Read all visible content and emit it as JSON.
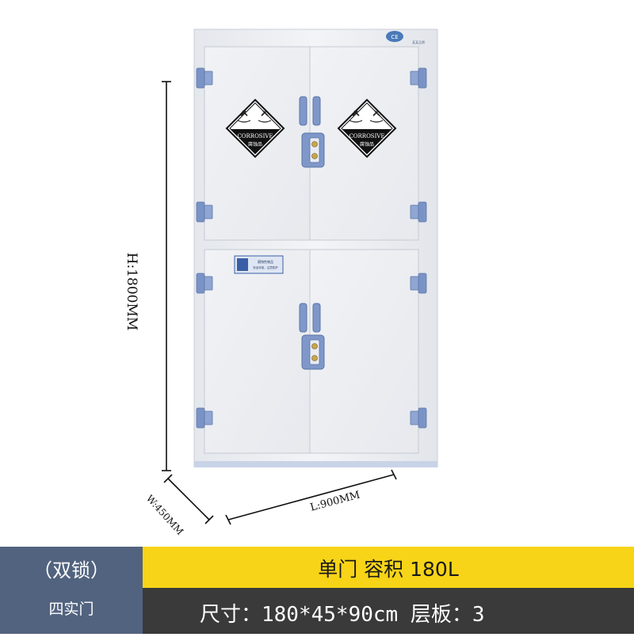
{
  "cabinet": {
    "badge_text": "CE",
    "brand_text": "某某品牌",
    "hazard_left": {
      "label_en": "CORROSIVE",
      "label_cn": "腐蚀品"
    },
    "hazard_right": {
      "label_en": "CORROSIVE",
      "label_cn": "腐蚀品"
    },
    "info_plate_lines": [
      "腐蚀性物品",
      "安全存放，注意防护"
    ]
  },
  "dimensions": {
    "height_label": "H:1800MM",
    "width_label": "W:450MM",
    "length_label": "L:900MM"
  },
  "footer": {
    "lock_type": "（双锁）",
    "door_type": "四实门",
    "capacity_line": "单门 容积 180L",
    "size_line": "尺寸：180*45*90cm 层板：3"
  },
  "colors": {
    "cabinet_body": "#eef0f4",
    "hinge_blue": "#7a93c6",
    "left_bar": "#52637f",
    "yellow_bar": "#f7d417",
    "dark_bar": "#3a3a3a"
  }
}
